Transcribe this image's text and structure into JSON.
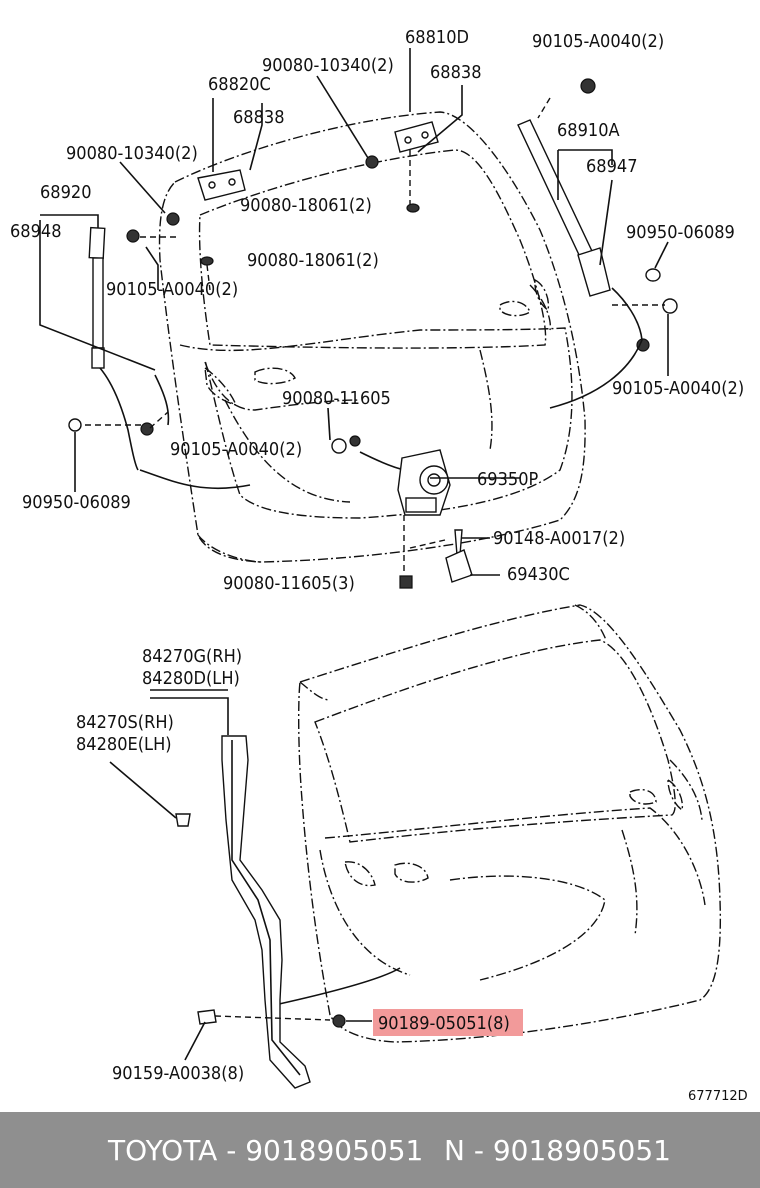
{
  "labels": {
    "l_68810D": "68810D",
    "l_90105_A0040_2_top": "90105-A0040(2)",
    "l_90080_10340_2_a": "90080-10340(2)",
    "l_68838_a": "68838",
    "l_68820C": "68820C",
    "l_68838_b": "68838",
    "l_68910A": "68910A",
    "l_90080_10340_2_b": "90080-10340(2)",
    "l_68947": "68947",
    "l_68920": "68920",
    "l_90080_18061_2_a": "90080-18061(2)",
    "l_68948": "68948",
    "l_90950_06089_r": "90950-06089",
    "l_90080_18061_2_b": "90080-18061(2)",
    "l_90105_A0040_2_left": "90105-A0040(2)",
    "l_90105_A0040_2_right": "90105-A0040(2)",
    "l_90080_11605": "90080-11605",
    "l_90105_A0040_2_mid": "90105-A0040(2)",
    "l_69350P": "69350P",
    "l_90950_06089_l": "90950-06089",
    "l_90148_A0017_2": "90148-A0017(2)",
    "l_90080_11605_3": "90080-11605(3)",
    "l_69430C": "69430C",
    "l_84270G": "84270G(RH)",
    "l_84280D": "84280D(LH)",
    "l_84270S": "84270S(RH)",
    "l_84280E": "84280E(LH)",
    "l_90189_05051_8": "90189-05051(8)",
    "l_90159_A0038_8": "90159-A0038(8)",
    "l_677712D": "677712D"
  },
  "footer": {
    "left_text": "TOYOTA - 9018905051",
    "right_text": "N - 9018905051"
  },
  "colors": {
    "highlight": "#f29a9a",
    "footer_bg": "#8f8f8f"
  }
}
